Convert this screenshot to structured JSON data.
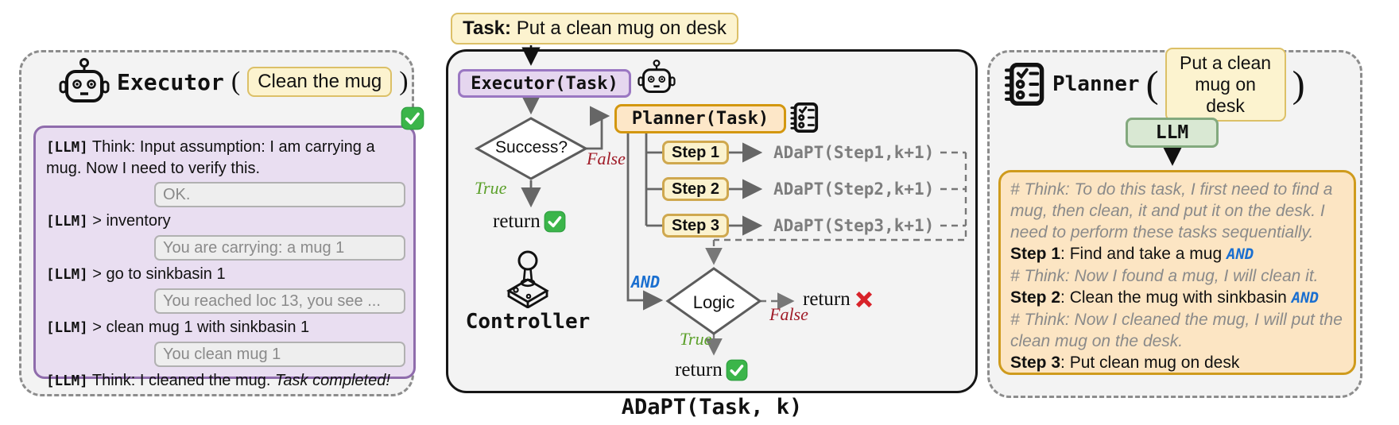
{
  "colors": {
    "panel_bg": "#f3f3f3",
    "yellow_fill": "#fcf3cf",
    "yellow_border": "#dcc067",
    "purple_fill": "#e5d6ef",
    "purple_border": "#9a77c2",
    "dialog_fill": "#e9def1",
    "dialog_border": "#8f6cac",
    "planner_chip_fill": "#fde7c8",
    "planner_chip_border": "#d3970f",
    "orange_fill": "#fce5c3",
    "orange_border": "#cf9b1d",
    "llm_chip_fill": "#d9e8d3",
    "llm_chip_border": "#83a97e",
    "true_green": "#5ba02a",
    "false_red": "#a01c28",
    "and_blue": "#1a6fd0",
    "adapt_gray": "#7d7d7d",
    "check_green": "#3bb54a",
    "cross_red": "#d8232a"
  },
  "task_chip": {
    "prefix": "Task:",
    "rest": " Put a clean mug on desk"
  },
  "executor_panel": {
    "title": "Executor",
    "paren_open": "(",
    "arg": "Clean the mug",
    "paren_close": ")",
    "lines": [
      {
        "llm": "[LLM]",
        "text": " Think:  Input assumption: I am carrying a mug. Now I need to verify this."
      },
      {
        "bubble": "OK."
      },
      {
        "llm": "[LLM]",
        "text": " > inventory"
      },
      {
        "bubble": "You are carrying: a mug 1"
      },
      {
        "llm": "[LLM]",
        "text": " > go to sinkbasin 1"
      },
      {
        "bubble": "You reached loc 13, you see ..."
      },
      {
        "llm": "[LLM]",
        "text": " > clean mug 1 with sinkbasin 1"
      },
      {
        "bubble": "You clean mug 1"
      },
      {
        "llm": "[LLM]",
        "text": " Think: I cleaned the mug. ",
        "italic": "Task completed!"
      }
    ]
  },
  "flowchart": {
    "executor_chip": "Executor(Task)",
    "success": "Success?",
    "true_label": "True",
    "false_label": "False",
    "return_word": "return",
    "planner_chip": "Planner(Task)",
    "steps": [
      "Step 1",
      "Step 2",
      "Step 3"
    ],
    "adapt_calls": [
      "ADaPT(Step1,k+1)",
      "ADaPT(Step2,k+1)",
      "ADaPT(Step3,k+1)"
    ],
    "and_label": "AND",
    "logic": "Logic",
    "controller": "Controller",
    "caption": "ADaPT(Task, k)"
  },
  "planner_panel": {
    "title": "Planner",
    "paren_open": "(",
    "arg": "Put a clean mug on desk",
    "paren_close": ")",
    "llm_chip": "LLM",
    "content": [
      {
        "think": "# Think: To do this task, I first need to find a mug, then clean, it and put it on the desk. I need to perform these tasks sequentially."
      },
      {
        "step_label": "Step 1",
        "step_text": ": Find and take a mug ",
        "and": "AND"
      },
      {
        "think": "# Think: Now I found a mug, I will clean it."
      },
      {
        "step_label": "Step 2",
        "step_text": ": Clean the mug with sinkbasin ",
        "and": "AND"
      },
      {
        "think": "# Think: Now I cleaned the mug, I will put the clean mug on the desk."
      },
      {
        "step_label": "Step 3",
        "step_text": ": Put clean mug on desk"
      }
    ]
  }
}
